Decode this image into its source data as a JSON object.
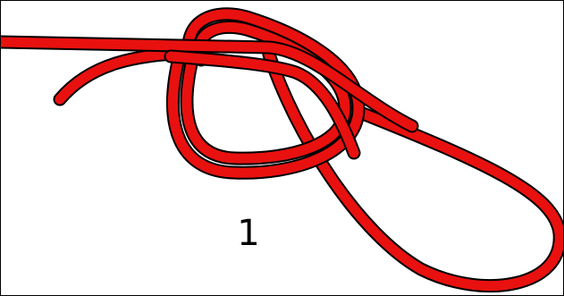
{
  "diagram": {
    "step_number": "1",
    "rope_color": "#e8110f",
    "outline_color": "#000000",
    "background_color": "#ffffff",
    "rope_pieces": [
      "standing-line",
      "loose-end",
      "upper-loop",
      "large-bight"
    ]
  }
}
